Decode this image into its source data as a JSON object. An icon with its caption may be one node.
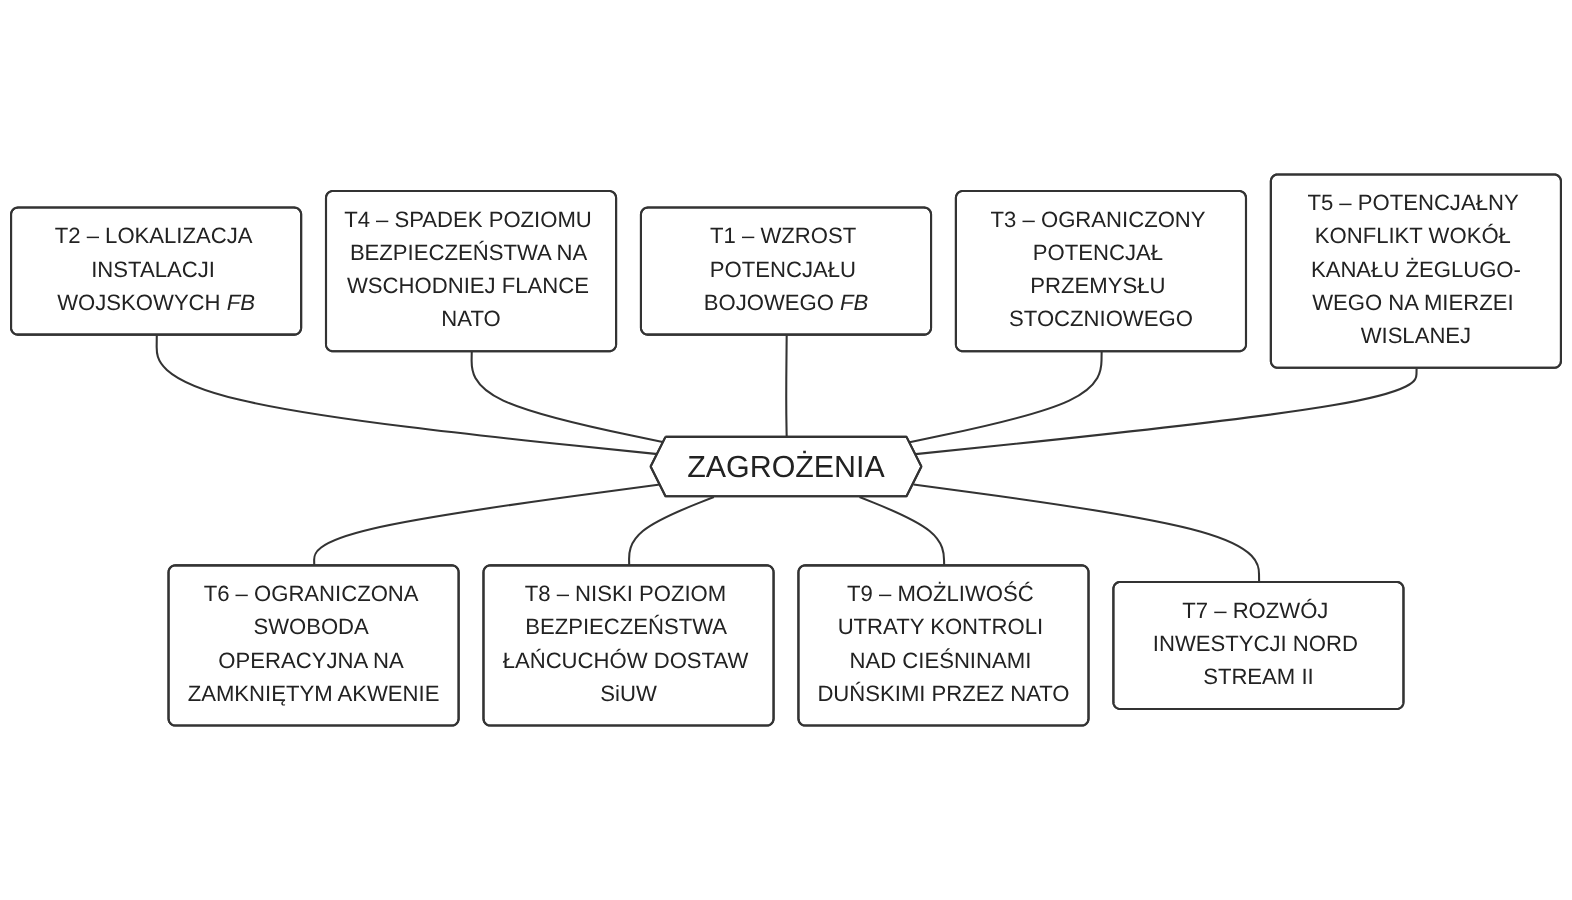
{
  "diagram": {
    "nodes": [
      {
        "text": [
          "T1 – WZROST POTENCJAŁU BOJOWEGO *FB*"
        ]
      },
      {
        "text": [
          "T2 – LOKALIZACJA INSTALACJI WOJSKOWYCH *FB*"
        ]
      },
      {
        "text": [
          "T3 – OGRANICZONY POTENCJAŁ PRZEMYSŁU STOCZNIOWEGO"
        ]
      },
      {
        "text": [
          "T4 – SPADEK POZIOMU BEZPIECZEŃSTWA NA WSCHODNIEJ FLANCE NATO"
        ]
      },
      {
        "text": [
          "T5 – POTENCJAŁNY KONFLIKT WOKÓŁ KANAŁU ŻEGLUGO-WEGO NA MIERZEI WISLANEJ"
        ]
      },
      {
        "text": [
          "ZAGROŻENIA"
        ]
      },
      {
        "text": [
          "T6 – OGRANICZONA SWOBODA OPERACYJNA NA ZAMKNIĘTYM AKWENIE"
        ]
      },
      {
        "text": [
          "T7 – ROZWÓJ INWESTYCJI NORD STREAM II"
        ]
      },
      {
        "text": [
          "T8 – NISKI POZIOM BEZPIECZEŃSTWA ŁAŃCUCHÓW DOSTAW SiUW"
        ]
      },
      {
        "text": [
          "T9 – MOŻLIWOŚĆ UTRATY KONTROLI NAD CIEŚNINAMI DUŃSKIMI PRZEZ NATO"
        ]
      }
    ],
    "edges": [
      {
        "from": 5,
        "to": 1,
        "arrow": "none"
      },
      {
        "from": 5,
        "to": 3,
        "arrow": "none"
      },
      {
        "from": 5,
        "to": 0,
        "arrow": "none"
      },
      {
        "from": 5,
        "to": 2,
        "arrow": "none"
      },
      {
        "from": 5,
        "to": 4,
        "arrow": "none"
      },
      {
        "from": 5,
        "to": 6,
        "arrow": "none"
      },
      {
        "from": 5,
        "to": 8,
        "arrow": "none"
      },
      {
        "from": 5,
        "to": 9,
        "arrow": "none"
      },
      {
        "from": 5,
        "to": 7,
        "arrow": "none"
      }
    ]
  }
}
